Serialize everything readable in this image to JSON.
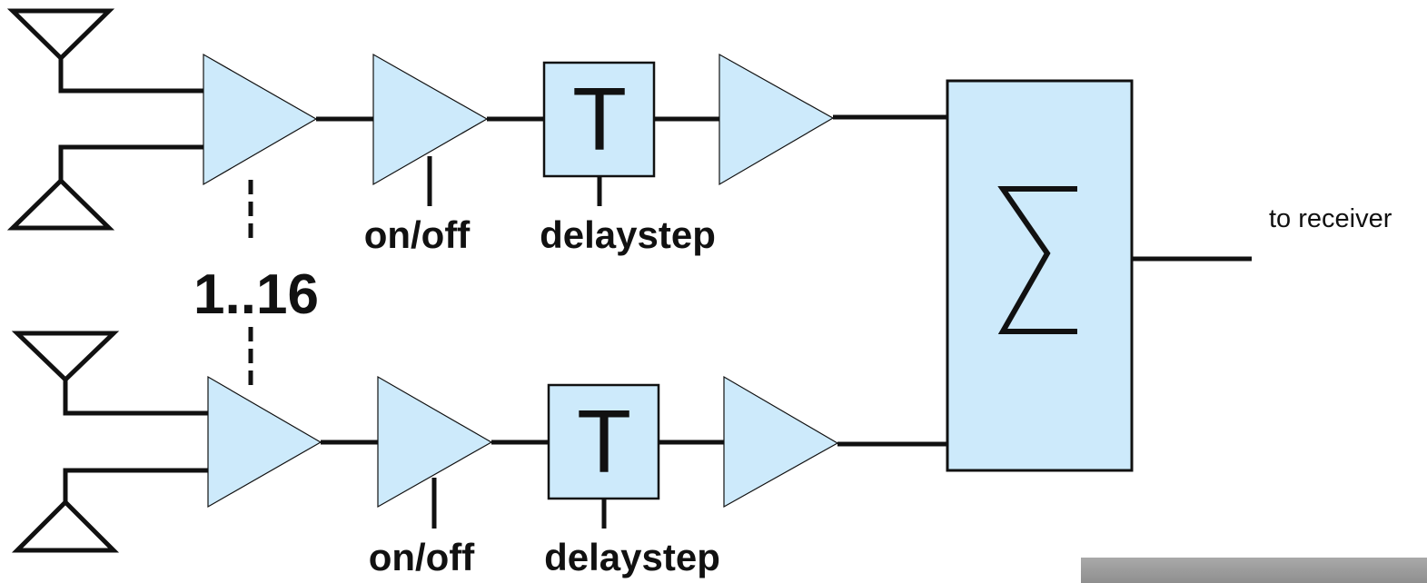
{
  "colors": {
    "block_fill": "#cdeafb",
    "line": "#111111",
    "background": "#ffffff"
  },
  "rows": [
    {
      "switch_label": "on/off",
      "delay_label": "delaystep",
      "delay_symbol": "T"
    },
    {
      "switch_label": "on/off",
      "delay_label": "delaystep",
      "delay_symbol": "T"
    }
  ],
  "channel_range_label": "1..16",
  "summer": {
    "symbol": "Σ",
    "output_label": "to receiver"
  },
  "icons": [
    "antenna-icon",
    "amplifier-icon",
    "delay-box-icon",
    "summation-icon"
  ]
}
